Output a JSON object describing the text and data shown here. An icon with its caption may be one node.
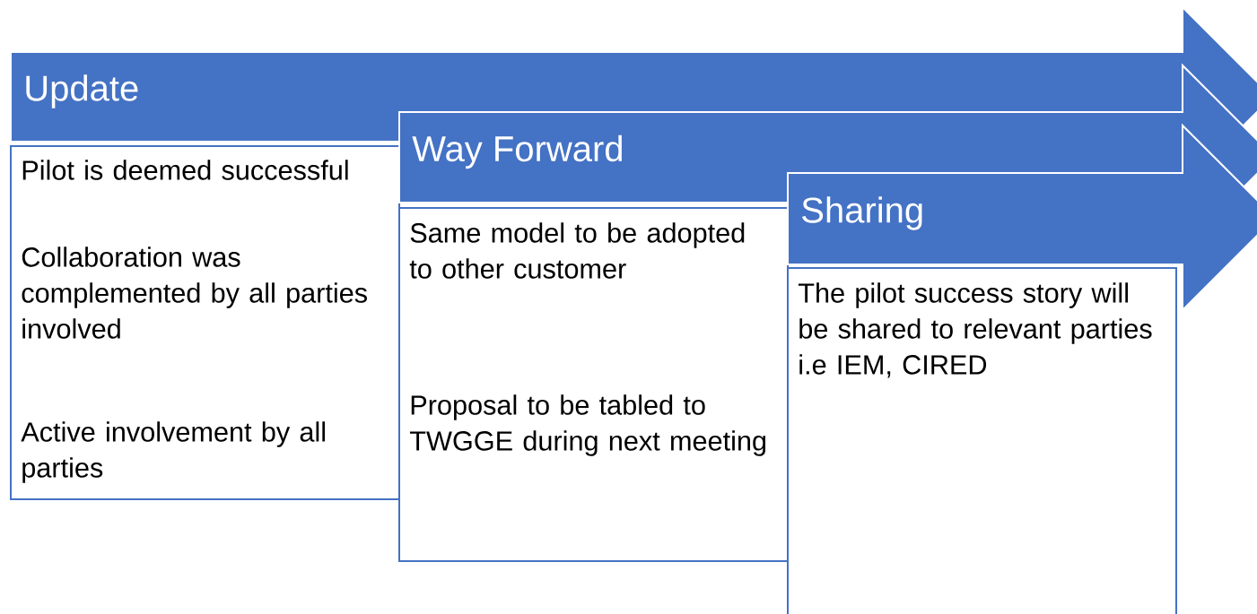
{
  "diagram": {
    "nodes": [
      {
        "text": [
          "Update"
        ]
      },
      {
        "text": [
          "Pilot is deemed successful",
          "Collaboration was complemented by all parties involved",
          "Active involvement by all parties"
        ]
      },
      {
        "text": [
          "Way Forward"
        ]
      },
      {
        "text": [
          "Same model to be adopted to other customer",
          "Proposal to be tabled to TWGGE during next meeting"
        ]
      },
      {
        "text": [
          "Sharing"
        ]
      },
      {
        "text": [
          "The pilot success story will be shared to relevant parties i.e IEM, CIRED"
        ]
      }
    ]
  }
}
